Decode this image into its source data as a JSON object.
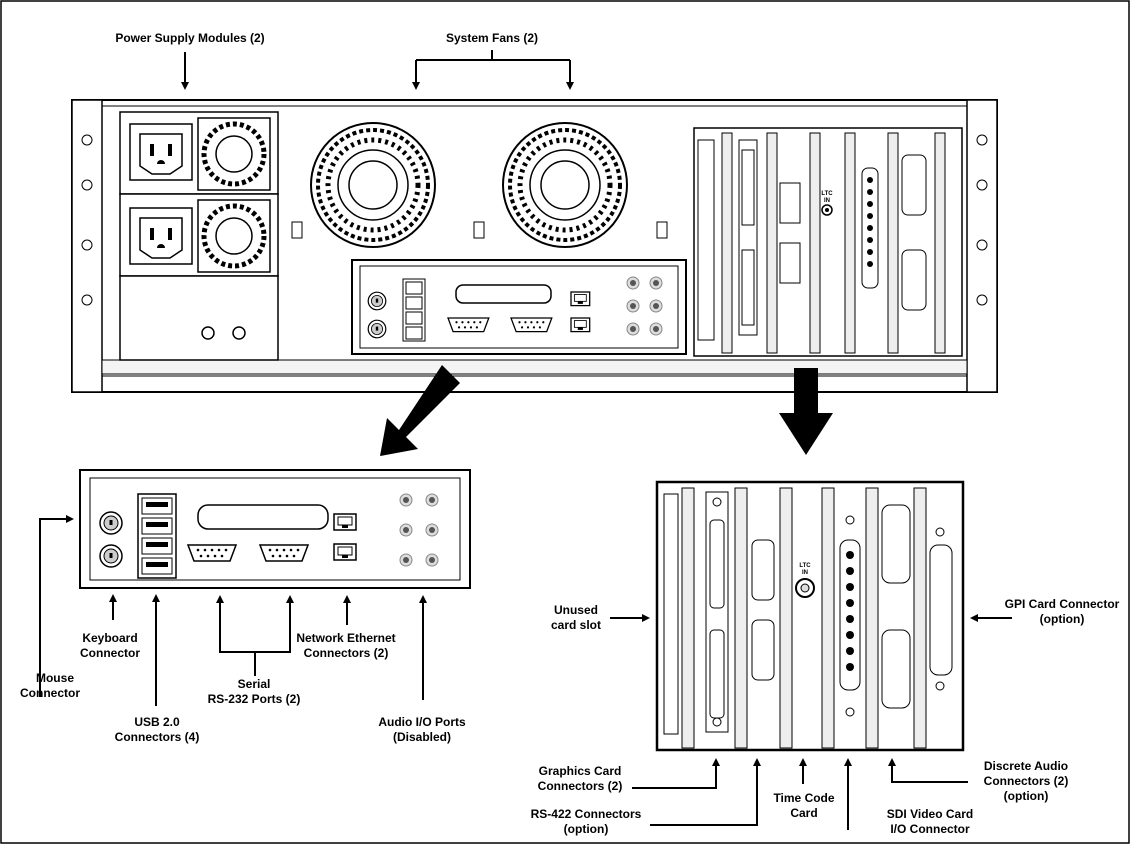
{
  "labels": {
    "power_supply": "Power Supply Modules (2)",
    "system_fans": "System Fans (2)",
    "mouse": [
      "Mouse",
      "Connector"
    ],
    "keyboard": [
      "Keyboard",
      "Connector"
    ],
    "usb": [
      "USB 2.0",
      "Connectors (4)"
    ],
    "serial": [
      "Serial",
      "RS-232 Ports (2)"
    ],
    "network": [
      "Network Ethernet",
      "Connectors (2)"
    ],
    "audio": [
      "Audio I/O Ports",
      "(Disabled)"
    ],
    "unused_slot": [
      "Unused",
      "card slot"
    ],
    "gpi": [
      "GPI Card Connector",
      "(option)"
    ],
    "graphics": [
      "Graphics Card",
      "Connectors (2)"
    ],
    "rs422": [
      "RS-422 Connectors",
      "(option)"
    ],
    "time_code": [
      "Time Code",
      "Card"
    ],
    "sdi": [
      "SDI Video Card",
      "I/O Connector"
    ],
    "discrete_audio": [
      "Discrete Audio",
      "Connectors (2)",
      "(option)"
    ],
    "ltc_in": [
      "LTC",
      "IN"
    ]
  },
  "colors": {
    "line": "#000000",
    "panel": "#ffffff",
    "shade": "#e6e6e6"
  }
}
